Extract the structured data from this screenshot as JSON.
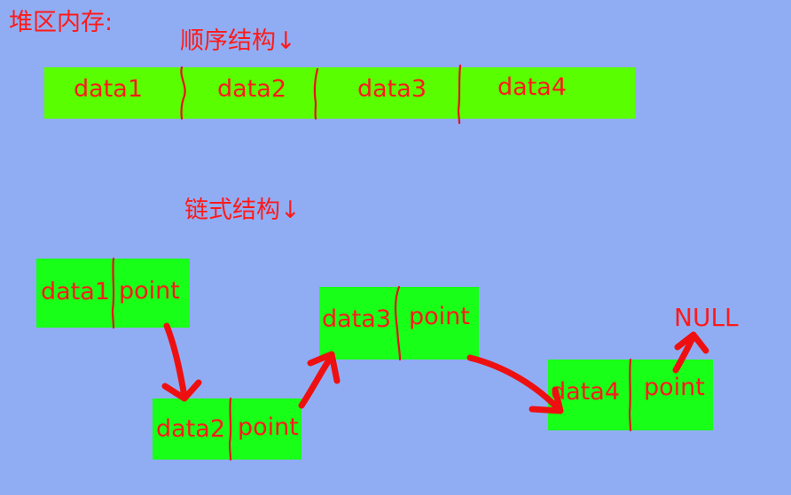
{
  "heap_title": "堆区内存:",
  "sequential": {
    "heading": "顺序结构↓",
    "cells": [
      "data1",
      "data2",
      "data3",
      "data4"
    ]
  },
  "linked": {
    "heading": "链式结构↓",
    "nodes": [
      {
        "data": "data1",
        "pointer": "point"
      },
      {
        "data": "data2",
        "pointer": "point"
      },
      {
        "data": "data3",
        "pointer": "point"
      },
      {
        "data": "data4",
        "pointer": "point"
      }
    ],
    "terminator": "NULL"
  },
  "colors": {
    "background": "#90adf4",
    "sequential_fill": "#59ff00",
    "node_fill": "#18ff18",
    "ink": "#ff1a1a"
  }
}
